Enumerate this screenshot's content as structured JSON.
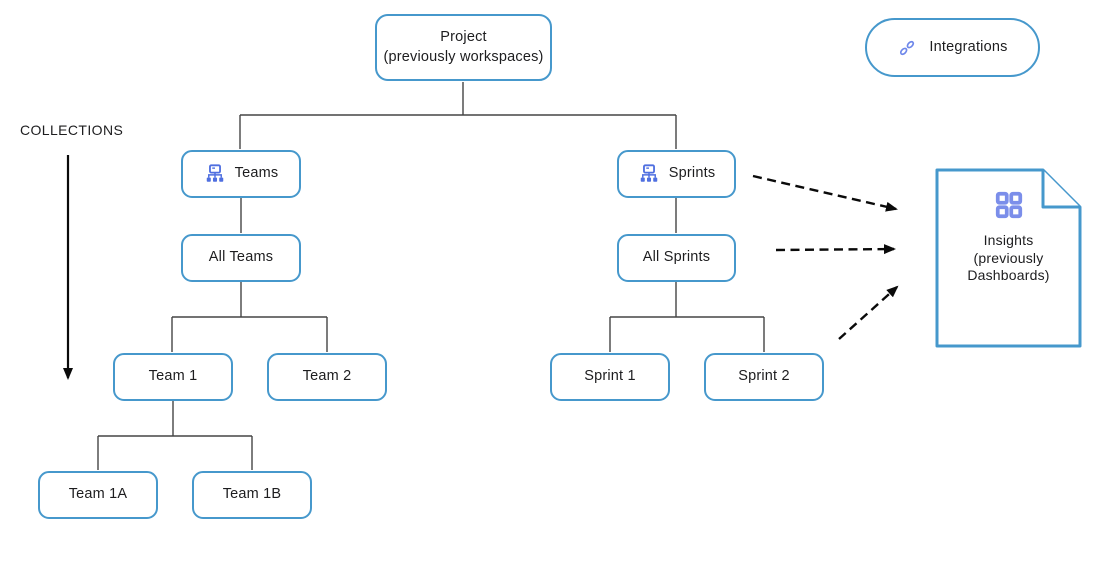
{
  "colors": {
    "node_border": "#4698cc",
    "org_icon": "#4f6fe0",
    "link_icon": "#6e87ea",
    "grid_icon": "#7b8eea",
    "text": "#1d1d1f",
    "connector": "#454545",
    "arrow": "#0a0a0a"
  },
  "labels": {
    "collections": "COLLECTIONS"
  },
  "nodes": {
    "project": {
      "line1": "Project",
      "line2": "(previously workspaces)"
    },
    "integrations": {
      "label": "Integrations",
      "icon": "link-icon"
    },
    "teams": {
      "label": "Teams",
      "icon": "org-chart-icon"
    },
    "sprints": {
      "label": "Sprints",
      "icon": "org-chart-icon"
    },
    "all_teams": {
      "label": "All Teams"
    },
    "all_sprints": {
      "label": "All Sprints"
    },
    "team1": {
      "label": "Team 1"
    },
    "team2": {
      "label": "Team 2"
    },
    "sprint1": {
      "label": "Sprint 1"
    },
    "sprint2": {
      "label": "Sprint 2"
    },
    "team1a": {
      "label": "Team 1A"
    },
    "team1b": {
      "label": "Team 1B"
    },
    "insights": {
      "line1": "Insights",
      "line2": "(previously",
      "line3": "Dashboards)",
      "icon": "grid-icon"
    }
  },
  "hierarchy": {
    "project_children": [
      "teams",
      "sprints"
    ],
    "teams_children": [
      "all_teams"
    ],
    "all_teams_children": [
      "team1",
      "team2"
    ],
    "team1_children": [
      "team1a",
      "team1b"
    ],
    "sprints_children": [
      "all_sprints"
    ],
    "all_sprints_children": [
      "sprint1",
      "sprint2"
    ]
  },
  "dashed_arrows": [
    {
      "from": "sprints",
      "to": "insights"
    },
    {
      "from": "all_sprints",
      "to": "insights"
    },
    {
      "from": "sprint-level",
      "to": "insights"
    }
  ]
}
